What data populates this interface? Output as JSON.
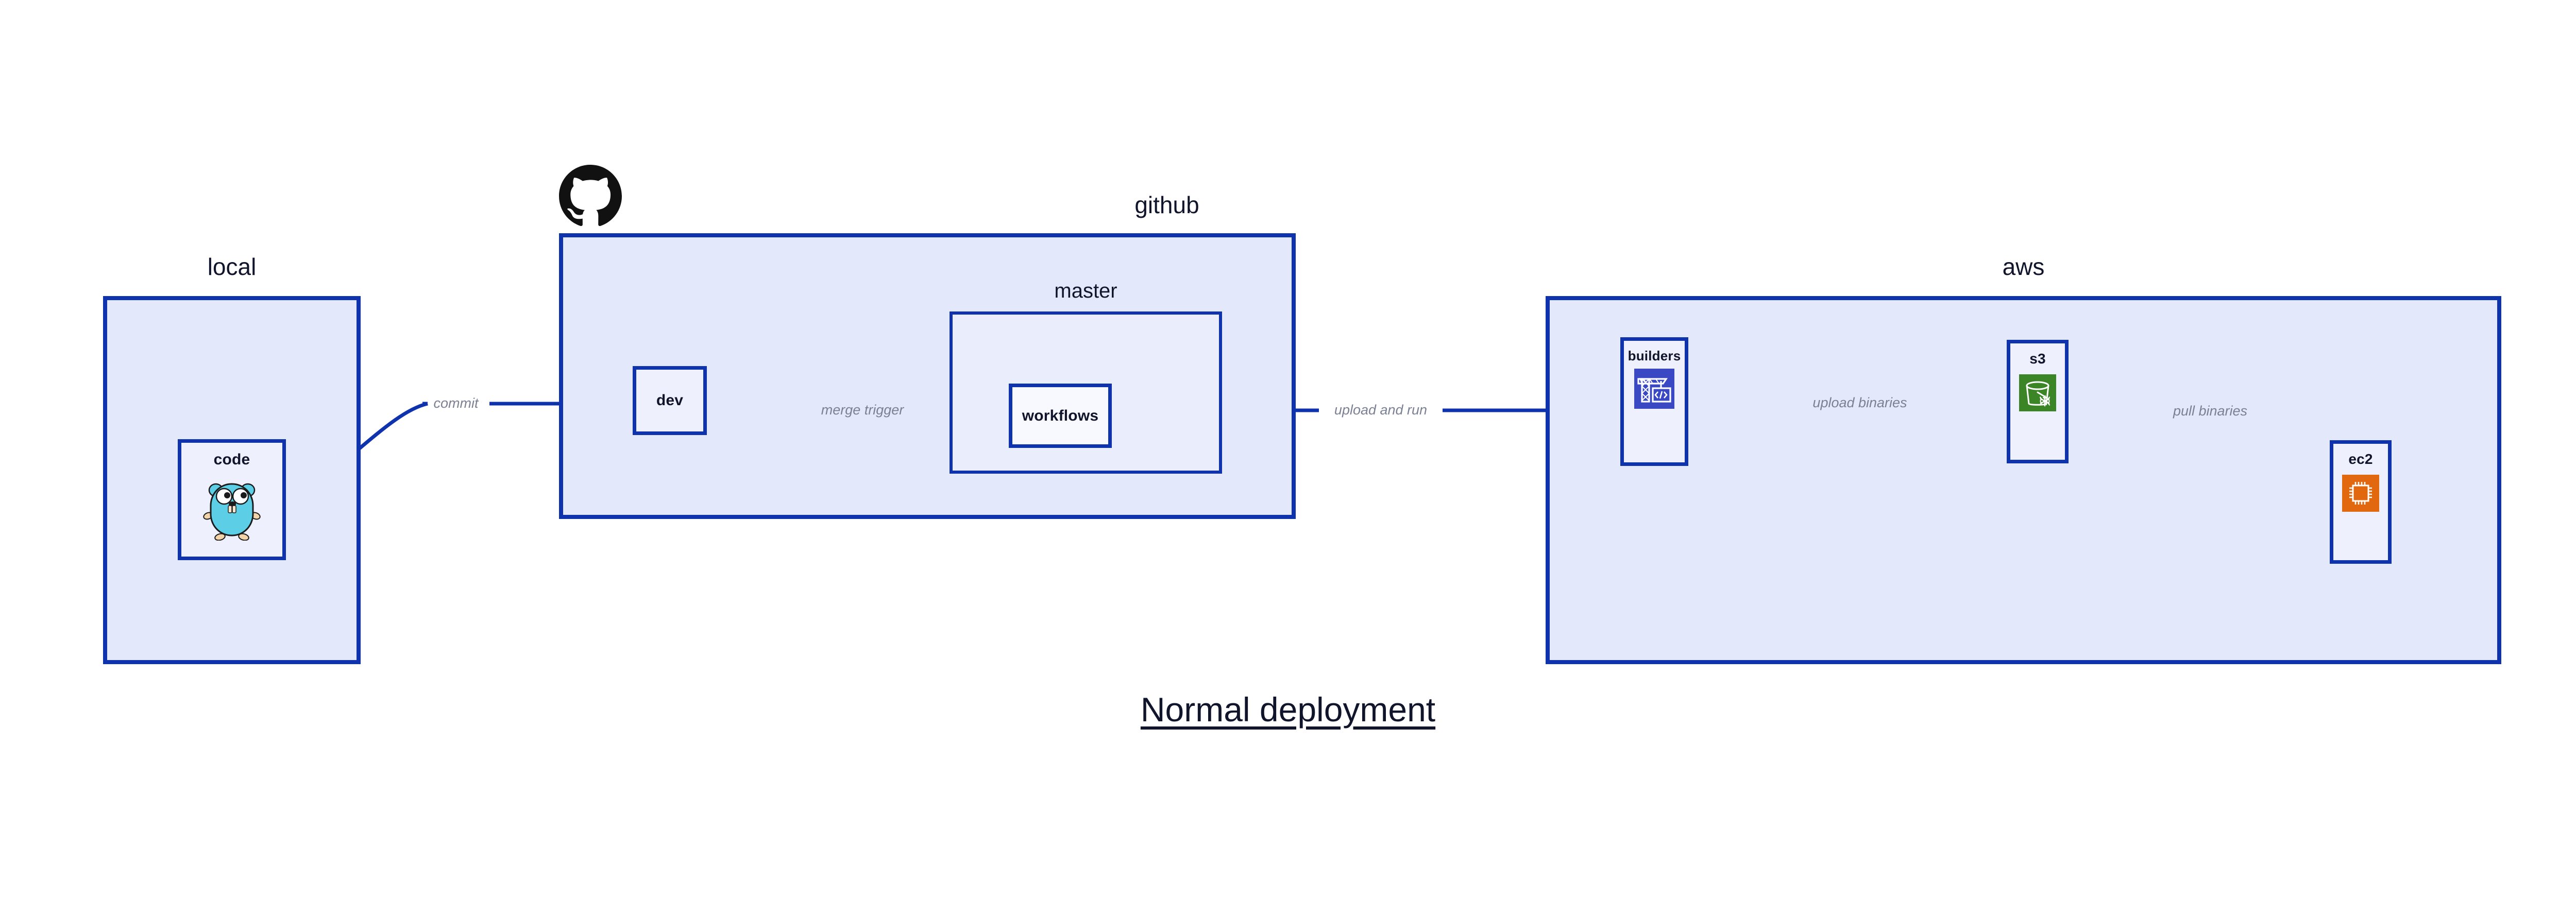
{
  "diagram": {
    "caption": "Normal deployment",
    "accent_color": "#0f33ad",
    "group_fill": "#e3e8fb",
    "node_fill": "#eef1fd",
    "label_color": "#11152b",
    "edge_label_color": "#7b8194"
  },
  "groups": {
    "local": {
      "title": "local"
    },
    "github": {
      "title": "github",
      "logo": "github-octocat-logo"
    },
    "master": {
      "title": "master"
    },
    "aws": {
      "title": "aws"
    }
  },
  "nodes": {
    "code": {
      "label": "code",
      "icon": "go-gopher-icon",
      "icon_color": "#5ccfe6"
    },
    "dev": {
      "label": "dev",
      "icon": null,
      "icon_color": null
    },
    "workflows": {
      "label": "workflows",
      "icon": null,
      "icon_color": null
    },
    "builders": {
      "label": "builders",
      "icon": "aws-codebuild-crane-icon",
      "icon_color": "#3a48c4"
    },
    "s3": {
      "label": "s3",
      "icon": "aws-s3-glacier-bucket-icon",
      "icon_color": "#3c8527"
    },
    "ec2": {
      "label": "ec2",
      "icon": "aws-ec2-chip-icon",
      "icon_color": "#e2680f"
    }
  },
  "edges": [
    {
      "id": "commit",
      "label": "commit",
      "from": "code",
      "to": "dev"
    },
    {
      "id": "merge-trigger",
      "label": "merge trigger",
      "from": "dev",
      "to": "workflows"
    },
    {
      "id": "upload-and-run",
      "label": "upload and run",
      "from": "workflows",
      "to": "builders"
    },
    {
      "id": "upload-binaries",
      "label": "upload binaries",
      "from": "builders",
      "to": "s3"
    },
    {
      "id": "pull-binaries",
      "label": "pull binaries",
      "from": "s3",
      "to": "ec2"
    }
  ]
}
